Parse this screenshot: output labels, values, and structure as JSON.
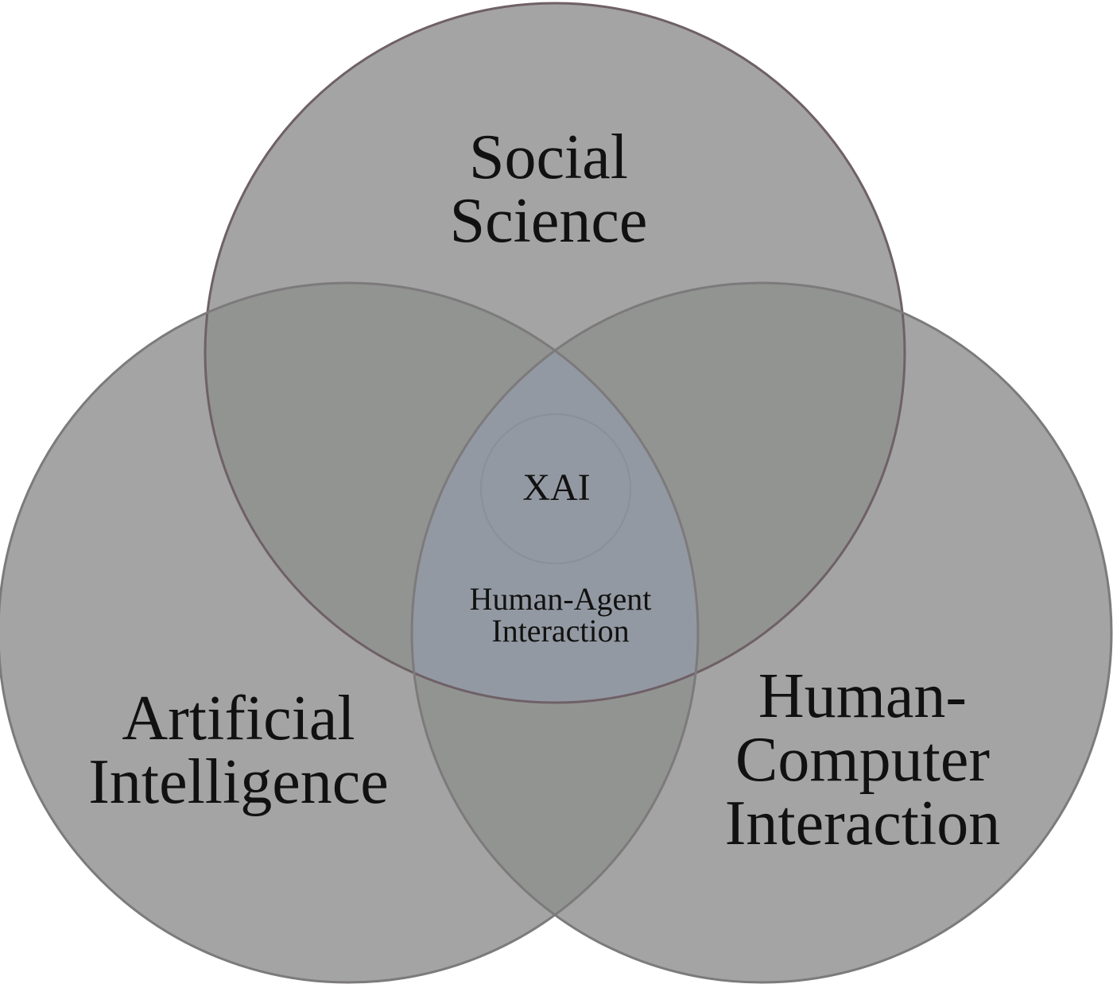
{
  "colors": {
    "circle_fill": "#8f908f",
    "circle_outline": "#7d7a7c",
    "center_tint": "#98a0b3",
    "text": "#111111"
  },
  "sets": {
    "social_science": {
      "lines": [
        "Social",
        "Science"
      ]
    },
    "artificial_intelligence": {
      "lines": [
        "Artificial",
        "Intelligence"
      ]
    },
    "hci": {
      "lines": [
        "Human-",
        "Computer",
        "Interaction"
      ]
    }
  },
  "center": {
    "xai": "XAI",
    "hai": {
      "lines": [
        "Human-Agent",
        "Interaction"
      ]
    }
  }
}
